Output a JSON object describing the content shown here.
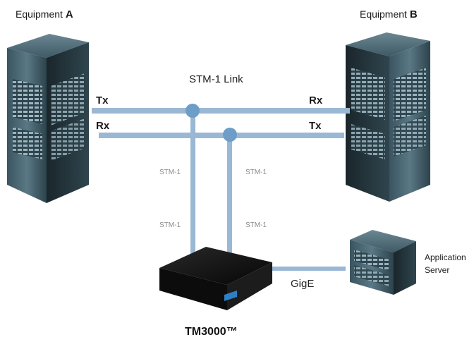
{
  "equipment_a": {
    "prefix": "Equipment",
    "letter": "A"
  },
  "equipment_b": {
    "prefix": "Equipment",
    "letter": "B"
  },
  "link_title": "STM-1 Link",
  "ports": {
    "a_tx": "Tx",
    "a_rx": "Rx",
    "b_rx": "Rx",
    "b_tx": "Tx"
  },
  "stm_labels": [
    "STM-1",
    "STM-1",
    "STM-1",
    "STM-1"
  ],
  "gige_label": "GigE",
  "app_server": {
    "line1": "Application",
    "line2": "Server"
  },
  "device_name": "TM3000™",
  "colors": {
    "link": "#9ab8d4",
    "tap": "#6e9dc8",
    "rack_dark": "#1d2a30",
    "rack_mid": "#3d5560",
    "device": "#101010",
    "device_led": "#2f7fc4"
  }
}
